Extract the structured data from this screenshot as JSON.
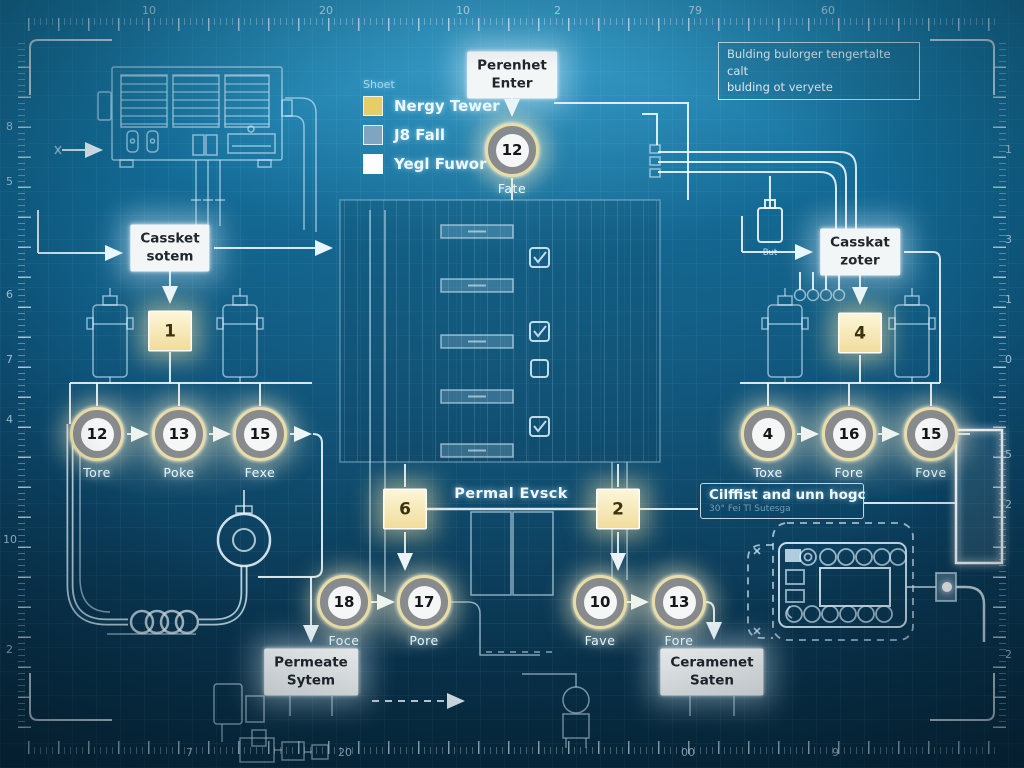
{
  "legend": {
    "title": "Shoet",
    "items": [
      {
        "label": "Nergy Tewer",
        "color": "#e7cd67"
      },
      {
        "label": "J8 Fall",
        "color": "#7ea6c3"
      },
      {
        "label": "Yegl Fuwor",
        "color": "#fbfdfe"
      }
    ]
  },
  "note_box": {
    "text": "Bulding bulorger tengertalte calt\nbulding ot veryete"
  },
  "top_flow": {
    "title": "Perenhet\nEnter",
    "node": {
      "value": "12",
      "label": "Fate"
    }
  },
  "left_system": {
    "title": "Cassket\nsotem",
    "stage": "1",
    "nodes": [
      {
        "value": "12",
        "label": "Tore"
      },
      {
        "value": "13",
        "label": "Poke"
      },
      {
        "value": "15",
        "label": "Fexe"
      }
    ]
  },
  "right_system": {
    "title": "Casskat\nzoter",
    "stage": "4",
    "vessel_label": "But",
    "nodes": [
      {
        "value": "4",
        "label": "Toxe"
      },
      {
        "value": "16",
        "label": "Fore"
      },
      {
        "value": "15",
        "label": "Fove"
      }
    ]
  },
  "center": {
    "label": "Permal Evsck",
    "left_stage": "6",
    "right_stage": "2"
  },
  "bottom_left": {
    "box": "Permeate\nSytem",
    "nodes": [
      {
        "value": "18",
        "label": "Foce"
      },
      {
        "value": "17",
        "label": "Pore"
      }
    ]
  },
  "bottom_right": {
    "box": "Ceramenet\nSaten",
    "nodes": [
      {
        "value": "10",
        "label": "Fave"
      },
      {
        "value": "13",
        "label": "Fore"
      }
    ]
  },
  "right_panel": {
    "title": "Cilffist and unn hogc",
    "subtitle": "30° Fei Tl Sutesga"
  },
  "rulers": {
    "top": [
      "10",
      "20",
      "10",
      "2",
      "79",
      "60"
    ],
    "bottom": [
      "7",
      "20",
      "00",
      "9"
    ],
    "left": [
      "8",
      "5",
      "6",
      "7",
      "4",
      "10",
      "2"
    ],
    "right": [
      "1",
      "3",
      "1",
      "0",
      "5",
      "2",
      "2"
    ]
  },
  "colors": {
    "background_top": "#1a84b2",
    "background_bottom": "#072b41",
    "accent_yellow": "#f0dc9a",
    "node_ring": "#e9dca4",
    "line_white": "#f4fbff"
  }
}
